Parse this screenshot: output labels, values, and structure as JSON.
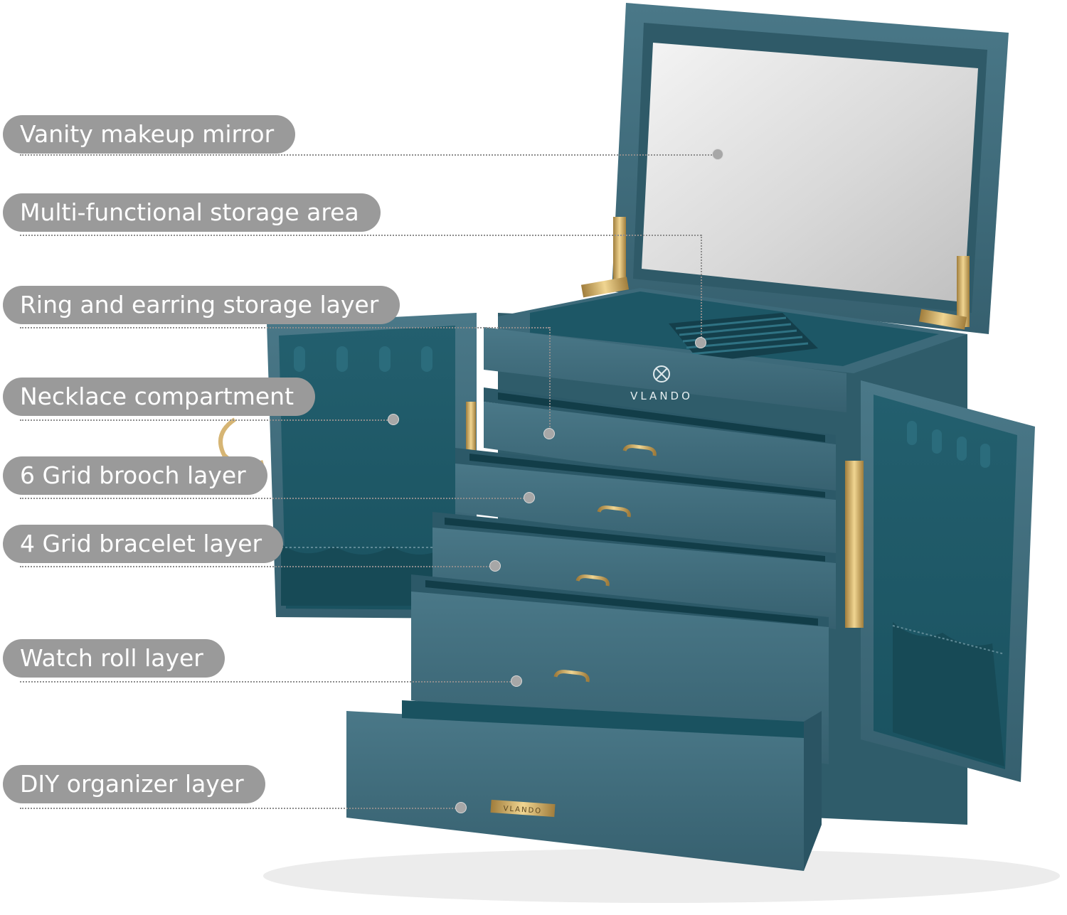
{
  "brand": {
    "lid_logo": "VLANDO",
    "drawer_plate": "VLANDO"
  },
  "callouts": [
    {
      "label": "Vanity makeup mirror"
    },
    {
      "label": "Multi-functional storage area"
    },
    {
      "label": "Ring and earring storage layer"
    },
    {
      "label": "Necklace compartment"
    },
    {
      "label": "6 Grid brooch layer"
    },
    {
      "label": "4 Grid bracelet layer"
    },
    {
      "label": "Watch roll layer"
    },
    {
      "label": "DIY organizer layer"
    }
  ],
  "colors": {
    "box_leather": "#3f6f80",
    "velvet": "#1f5d6c",
    "velvet_dark": "#164a57",
    "hardware_gold": "#d4b06a",
    "callout_pill": "#9a9a9a"
  }
}
